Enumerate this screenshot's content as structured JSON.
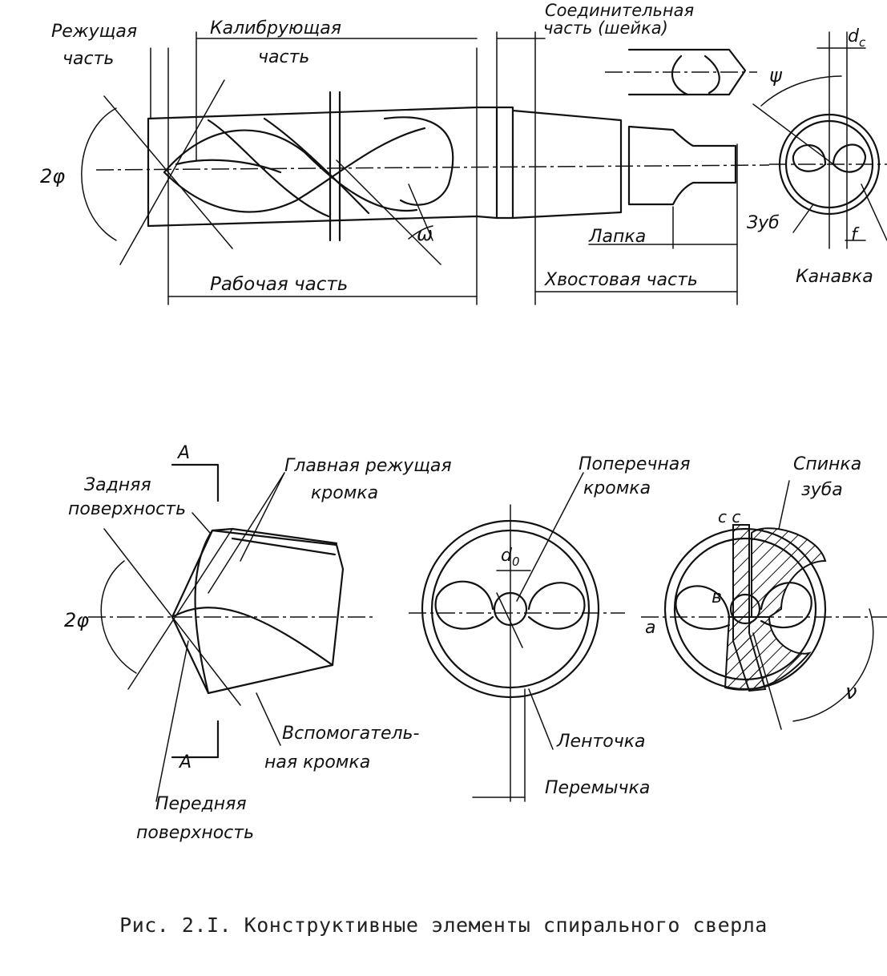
{
  "labels": {
    "cutting_part": [
      "Режущая",
      "часть"
    ],
    "calibrating_part": [
      "Калибрующая",
      "часть"
    ],
    "connecting_part": [
      "Соединительная",
      "часть (шейка)"
    ],
    "d_c": "d",
    "d_c_sub": "c",
    "psi": "ψ",
    "two_phi_top": "2φ",
    "omega": "ω",
    "tooth": "Зуб",
    "f": "f",
    "tang": "Лапка",
    "working_part": "Рабочая часть",
    "shank_part": "Хвостовая часть",
    "groove": "Канавка",
    "back_surface": [
      "Задняя",
      "поверхность"
    ],
    "main_cutting_edge": [
      "Главная режущая",
      "кромка"
    ],
    "section_a_top": "A",
    "two_phi_bottom": "2φ",
    "auxiliary_edge": [
      "Вспомогатель-",
      "ная кромка"
    ],
    "section_a_bottom": "A",
    "front_surface": [
      "Передняя",
      "поверхность"
    ],
    "cross_edge": [
      "Поперечная",
      "кромка"
    ],
    "d_0": "d",
    "d_0_sub": "0",
    "land": "Ленточка",
    "web": "Перемычка",
    "tooth_back": [
      "Спинка",
      "зуба"
    ],
    "c_c": "c c",
    "b": "в",
    "a": "a",
    "nu": "ν"
  },
  "caption": "Рис. 2.I. Конструктивные элементы спирального сверла"
}
